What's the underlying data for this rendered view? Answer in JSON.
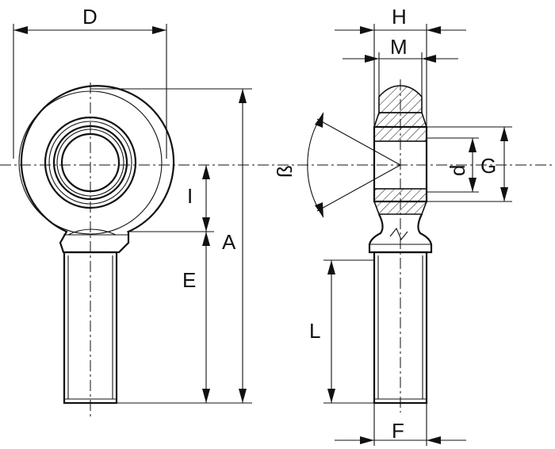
{
  "labels": {
    "D": "D",
    "H": "H",
    "M": "M",
    "beta": "ß",
    "d": "d",
    "G": "G",
    "I": "I",
    "A": "A",
    "E": "E",
    "L": "L",
    "F": "F"
  }
}
